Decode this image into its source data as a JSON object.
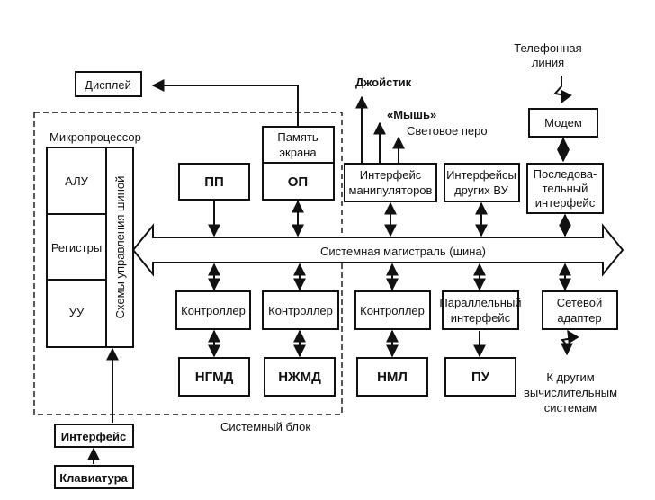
{
  "blocks": {
    "display": "Дисплей",
    "microprocessor": "Микропроцессор",
    "alu": "АЛУ",
    "registers": "Регистры",
    "uu": "УУ",
    "bus_control": "Схемы управления шиной",
    "screen_memory": [
      "Память",
      "экрана"
    ],
    "pp": "ПП",
    "op": "ОП",
    "manip_interface": [
      "Интерфейс",
      "манипуляторов"
    ],
    "other_vu": [
      "Интерфейсы",
      "других ВУ"
    ],
    "serial_interface": [
      "Последова-",
      "тельный",
      "интерфейс"
    ],
    "modem": "Модем",
    "phone_line": [
      "Телефонная",
      "линия"
    ],
    "joystick": "Джойстик",
    "mouse": "«Мышь»",
    "light_pen": "Световое перо",
    "system_bus": "Системная магистраль (шина)",
    "controller1": "Контроллер",
    "controller2": "Контроллер",
    "controller3": "Контроллер",
    "parallel_interface": [
      "Параллельный",
      "интерфейс"
    ],
    "network_adapter": [
      "Сетевой",
      "адаптер"
    ],
    "ngmd": "НГМД",
    "nzhmd": "НЖМД",
    "nml": "НМЛ",
    "pu": "ПУ",
    "other_systems": [
      "К другим",
      "вычислительным",
      "системам"
    ],
    "system_unit": "Системный блок",
    "keyboard_interface": "Интерфейс",
    "keyboard": "Клавиатура"
  }
}
